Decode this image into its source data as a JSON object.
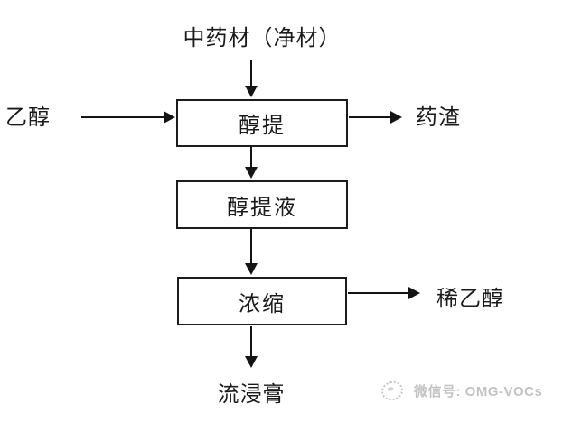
{
  "diagram": {
    "title": "中药材（净材）",
    "input": {
      "ethanol": "乙醇"
    },
    "boxes": {
      "extract": "醇提",
      "extract_liquid": "醇提液",
      "concentrate": "浓缩"
    },
    "outputs": {
      "residue": "药渣",
      "dilute_ethanol": "稀乙醇",
      "fluid_extract": "流浸膏"
    },
    "edges": [
      {
        "from": "中药材（净材）",
        "to": "醇提",
        "direction": "down"
      },
      {
        "from": "乙醇",
        "to": "醇提",
        "direction": "right"
      },
      {
        "from": "醇提",
        "to": "药渣",
        "direction": "right"
      },
      {
        "from": "醇提",
        "to": "醇提液",
        "direction": "down"
      },
      {
        "from": "醇提液",
        "to": "浓缩",
        "direction": "down"
      },
      {
        "from": "浓缩",
        "to": "稀乙醇",
        "direction": "right"
      },
      {
        "from": "浓缩",
        "to": "流浸膏",
        "direction": "down"
      }
    ],
    "watermark": {
      "icon": "panda-logo-icon",
      "text": "微信号: OMG-VOCs"
    },
    "colors": {
      "line": "#141414",
      "box_border": "#1c1c1c",
      "text": "#1a1a1a",
      "watermark": "#c3c3c3",
      "background": "#ffffff"
    }
  }
}
